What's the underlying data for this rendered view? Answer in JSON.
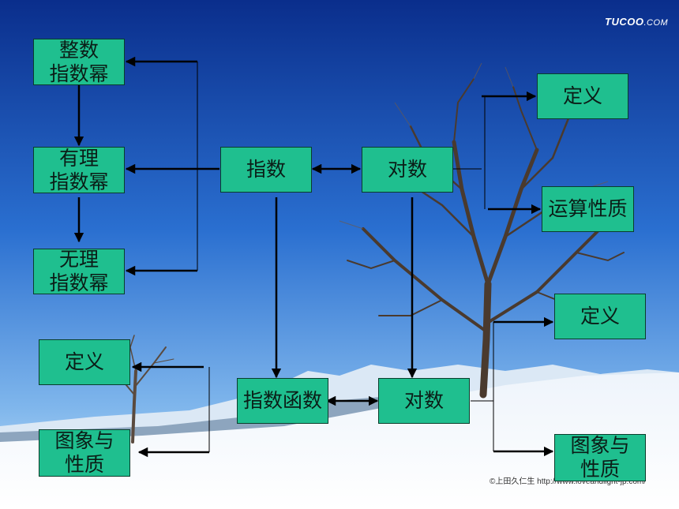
{
  "watermark": {
    "brand": "TUCOO",
    "suffix": ".COM"
  },
  "photo_credit": "©上田久仁生  http://www.loveandlight-jp.com/",
  "nodes": {
    "int_exp": "整数\n指数幂",
    "rat_exp": "有理\n指数幂",
    "irr_exp": "无理\n指数幂",
    "exponent": "指数",
    "logarithm": "对数",
    "log_def": "定义",
    "log_props": "运算性质",
    "exp_func": "指数函数",
    "log_func": "对数",
    "logf_def": "定义",
    "logf_graph": "图象与\n性质",
    "expf_def": "定义",
    "expf_graph": "图象与\n性质"
  },
  "colors": {
    "box_fill": "#1fbf8f",
    "box_border": "#0a3d2c",
    "arrow": "#000000"
  }
}
